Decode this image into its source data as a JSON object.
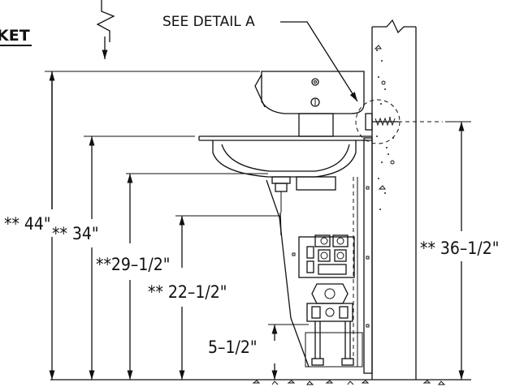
{
  "title_fragment": "KET",
  "callout": "SEE DETAIL A",
  "dimensions": {
    "d44": "** 44\"",
    "d34": "** 34\"",
    "d29": "**29–1/2\"",
    "d22": "** 22–1/2\"",
    "d5": "5–1/2\"",
    "d36": "** 36–1/2\""
  }
}
